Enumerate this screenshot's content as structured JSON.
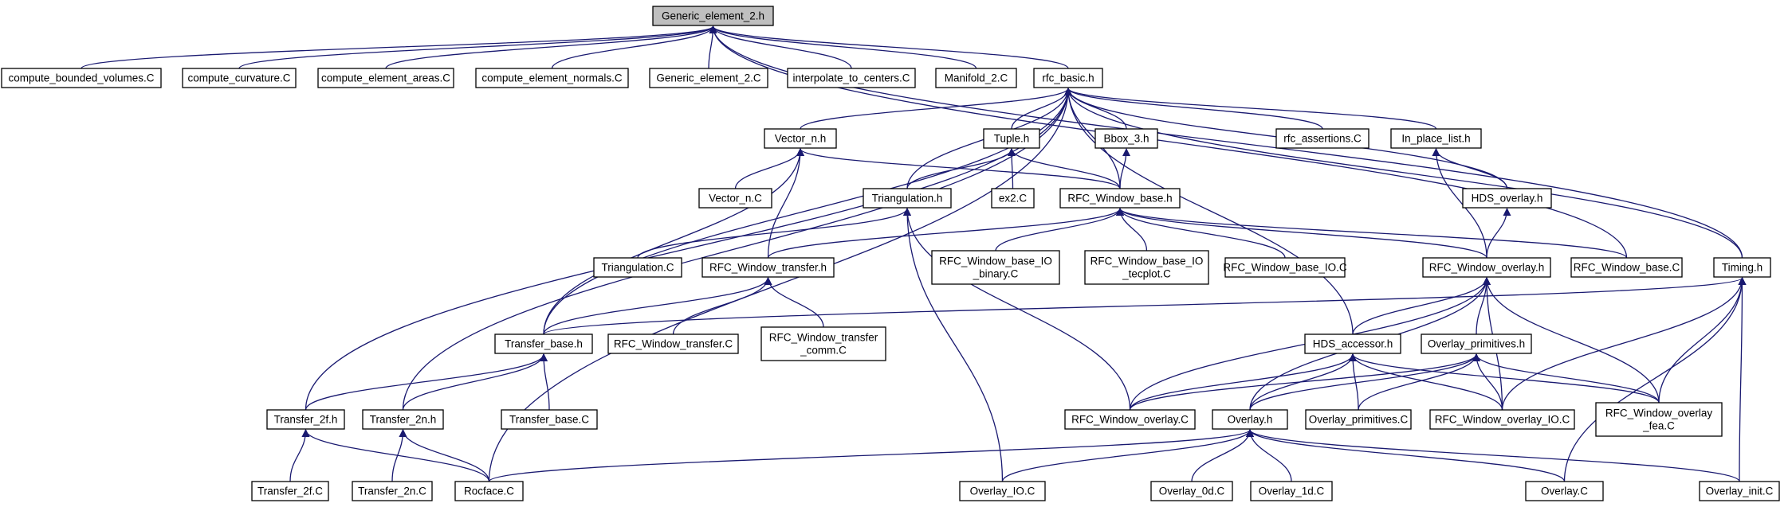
{
  "diagram": {
    "nodes": {
      "generic_h": {
        "lines": [
          "Generic_element_2.h"
        ],
        "root": true
      },
      "cbv": {
        "lines": [
          "compute_bounded_volumes.C"
        ]
      },
      "ccurv": {
        "lines": [
          "compute_curvature.C"
        ]
      },
      "cea": {
        "lines": [
          "compute_element_areas.C"
        ]
      },
      "cen": {
        "lines": [
          "compute_element_normals.C"
        ]
      },
      "generic_c": {
        "lines": [
          "Generic_element_2.C"
        ]
      },
      "itc": {
        "lines": [
          "interpolate_to_centers.C"
        ]
      },
      "manifold": {
        "lines": [
          "Manifold_2.C"
        ]
      },
      "rfc_basic": {
        "lines": [
          "rfc_basic.h"
        ]
      },
      "vector_h": {
        "lines": [
          "Vector_n.h"
        ]
      },
      "tuple_h": {
        "lines": [
          "Tuple.h"
        ]
      },
      "bbox": {
        "lines": [
          "Bbox_3.h"
        ]
      },
      "rfc_assert": {
        "lines": [
          "rfc_assertions.C"
        ]
      },
      "inplace": {
        "lines": [
          "In_place_list.h"
        ]
      },
      "vector_c": {
        "lines": [
          "Vector_n.C"
        ]
      },
      "tri_h": {
        "lines": [
          "Triangulation.h"
        ]
      },
      "ex2": {
        "lines": [
          "ex2.C"
        ]
      },
      "rwb_h": {
        "lines": [
          "RFC_Window_base.h"
        ]
      },
      "hds_ov": {
        "lines": [
          "HDS_overlay.h"
        ]
      },
      "tri_c": {
        "lines": [
          "Triangulation.C"
        ]
      },
      "rwt_h": {
        "lines": [
          "RFC_Window_transfer.h"
        ]
      },
      "rwb_io_bin": {
        "lines": [
          "RFC_Window_base_IO",
          "_binary.C"
        ]
      },
      "rwb_io_tec": {
        "lines": [
          "RFC_Window_base_IO",
          "_tecplot.C"
        ]
      },
      "rwb_io_c": {
        "lines": [
          "RFC_Window_base_IO.C"
        ]
      },
      "rwo_h": {
        "lines": [
          "RFC_Window_overlay.h"
        ]
      },
      "rwb_c": {
        "lines": [
          "RFC_Window_base.C"
        ]
      },
      "timing": {
        "lines": [
          "Timing.h"
        ]
      },
      "tb_h": {
        "lines": [
          "Transfer_base.h"
        ]
      },
      "rwt_c": {
        "lines": [
          "RFC_Window_transfer.C"
        ]
      },
      "rwt_comm": {
        "lines": [
          "RFC_Window_transfer",
          "_comm.C"
        ]
      },
      "hds_acc": {
        "lines": [
          "HDS_accessor.h"
        ]
      },
      "ovp_h": {
        "lines": [
          "Overlay_primitives.h"
        ]
      },
      "t2f_h": {
        "lines": [
          "Transfer_2f.h"
        ]
      },
      "t2n_h": {
        "lines": [
          "Transfer_2n.h"
        ]
      },
      "tb_c": {
        "lines": [
          "Transfer_base.C"
        ]
      },
      "rwo_c": {
        "lines": [
          "RFC_Window_overlay.C"
        ]
      },
      "ov_h": {
        "lines": [
          "Overlay.h"
        ]
      },
      "ovp_c": {
        "lines": [
          "Overlay_primitives.C"
        ]
      },
      "rwo_io": {
        "lines": [
          "RFC_Window_overlay_IO.C"
        ]
      },
      "rwo_fea": {
        "lines": [
          "RFC_Window_overlay",
          "_fea.C"
        ]
      },
      "t2f_c": {
        "lines": [
          "Transfer_2f.C"
        ]
      },
      "t2n_c": {
        "lines": [
          "Transfer_2n.C"
        ]
      },
      "rocface": {
        "lines": [
          "Rocface.C"
        ]
      },
      "ov_io": {
        "lines": [
          "Overlay_IO.C"
        ]
      },
      "ov_0d": {
        "lines": [
          "Overlay_0d.C"
        ]
      },
      "ov_1d": {
        "lines": [
          "Overlay_1d.C"
        ]
      },
      "ov_c": {
        "lines": [
          "Overlay.C"
        ]
      },
      "ov_init": {
        "lines": [
          "Overlay_init.C"
        ]
      }
    },
    "edges": [
      [
        "cbv",
        "generic_h"
      ],
      [
        "ccurv",
        "generic_h"
      ],
      [
        "cea",
        "generic_h"
      ],
      [
        "cen",
        "generic_h"
      ],
      [
        "generic_c",
        "generic_h"
      ],
      [
        "itc",
        "generic_h"
      ],
      [
        "manifold",
        "generic_h"
      ],
      [
        "rfc_basic",
        "generic_h"
      ],
      [
        "rwb_c",
        "generic_h"
      ],
      [
        "timing",
        "generic_h"
      ],
      [
        "vector_h",
        "rfc_basic"
      ],
      [
        "tuple_h",
        "rfc_basic"
      ],
      [
        "bbox",
        "rfc_basic"
      ],
      [
        "rfc_assert",
        "rfc_basic"
      ],
      [
        "inplace",
        "rfc_basic"
      ],
      [
        "hds_ov",
        "rfc_basic"
      ],
      [
        "tri_h",
        "rfc_basic"
      ],
      [
        "rwb_h",
        "rfc_basic"
      ],
      [
        "tb_h",
        "rfc_basic"
      ],
      [
        "t2f_h",
        "rfc_basic"
      ],
      [
        "t2n_h",
        "rfc_basic"
      ],
      [
        "rocface",
        "rfc_basic"
      ],
      [
        "hds_acc",
        "rfc_basic"
      ],
      [
        "timing",
        "rfc_basic"
      ],
      [
        "vector_c",
        "vector_h"
      ],
      [
        "rwt_h",
        "vector_h"
      ],
      [
        "tb_h",
        "vector_h"
      ],
      [
        "rwb_h",
        "vector_h"
      ],
      [
        "tri_h",
        "tuple_h"
      ],
      [
        "ex2",
        "tuple_h"
      ],
      [
        "rwb_h",
        "tuple_h"
      ],
      [
        "rwb_h",
        "bbox"
      ],
      [
        "hds_ov",
        "inplace"
      ],
      [
        "rwo_h",
        "inplace"
      ],
      [
        "rwo_h",
        "hds_ov"
      ],
      [
        "tri_c",
        "tri_h"
      ],
      [
        "ov_io",
        "tri_h"
      ],
      [
        "rwo_c",
        "tri_h"
      ],
      [
        "rwt_h",
        "rwb_h"
      ],
      [
        "rwb_io_bin",
        "rwb_h"
      ],
      [
        "rwb_io_tec",
        "rwb_h"
      ],
      [
        "rwb_io_c",
        "rwb_h"
      ],
      [
        "rwo_h",
        "rwb_h"
      ],
      [
        "rwb_c",
        "rwb_h"
      ],
      [
        "tb_h",
        "rwt_h"
      ],
      [
        "rwt_c",
        "rwt_h"
      ],
      [
        "rwt_comm",
        "rwt_h"
      ],
      [
        "hds_acc",
        "rwo_h"
      ],
      [
        "ovp_h",
        "rwo_h"
      ],
      [
        "rwo_c",
        "rwo_h"
      ],
      [
        "ov_h",
        "rwo_h"
      ],
      [
        "rwo_io",
        "rwo_h"
      ],
      [
        "rwo_fea",
        "rwo_h"
      ],
      [
        "tb_h",
        "timing"
      ],
      [
        "rwo_io",
        "timing"
      ],
      [
        "rwo_fea",
        "timing"
      ],
      [
        "ov_c",
        "timing"
      ],
      [
        "ov_init",
        "timing"
      ],
      [
        "t2f_h",
        "tb_h"
      ],
      [
        "t2n_h",
        "tb_h"
      ],
      [
        "tb_c",
        "tb_h"
      ],
      [
        "rwo_c",
        "hds_acc"
      ],
      [
        "ov_h",
        "hds_acc"
      ],
      [
        "ovp_c",
        "hds_acc"
      ],
      [
        "rwo_io",
        "hds_acc"
      ],
      [
        "rwo_fea",
        "hds_acc"
      ],
      [
        "rwo_c",
        "ovp_h"
      ],
      [
        "ov_h",
        "ovp_h"
      ],
      [
        "ovp_c",
        "ovp_h"
      ],
      [
        "rwo_io",
        "ovp_h"
      ],
      [
        "rwo_fea",
        "ovp_h"
      ],
      [
        "t2f_c",
        "t2f_h"
      ],
      [
        "rocface",
        "t2f_h"
      ],
      [
        "t2n_c",
        "t2n_h"
      ],
      [
        "rocface",
        "t2n_h"
      ],
      [
        "rocface",
        "ov_h"
      ],
      [
        "ov_io",
        "ov_h"
      ],
      [
        "ov_0d",
        "ov_h"
      ],
      [
        "ov_1d",
        "ov_h"
      ],
      [
        "ov_c",
        "ov_h"
      ],
      [
        "ov_init",
        "ov_h"
      ]
    ]
  }
}
